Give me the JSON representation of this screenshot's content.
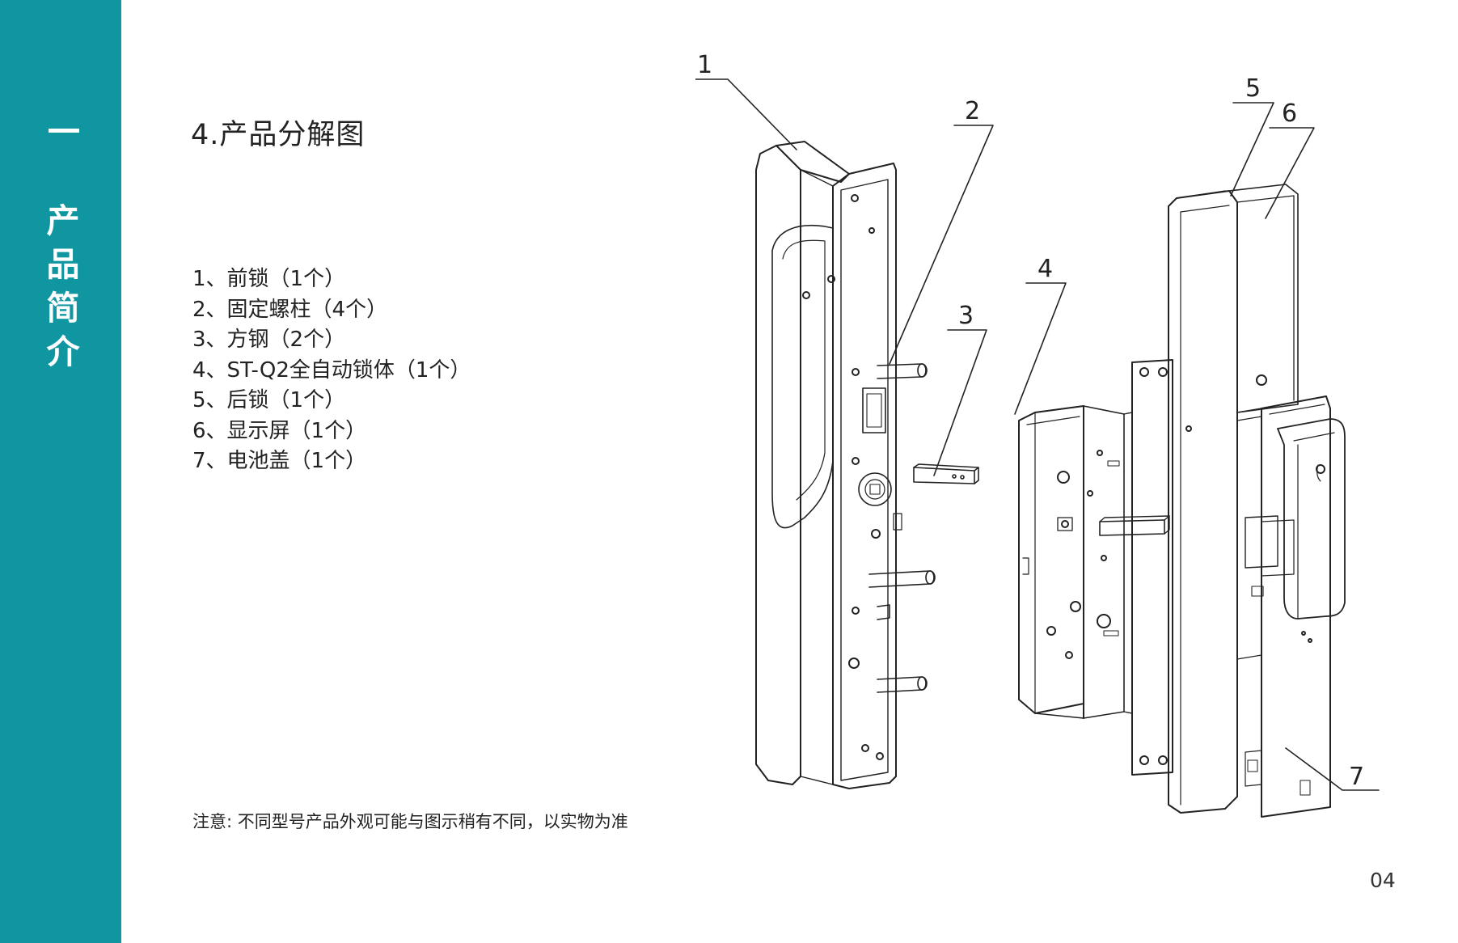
{
  "sidebar": {
    "section_number": "一",
    "section_title_chars": [
      "产",
      "品",
      "简",
      "介"
    ]
  },
  "title": "4.产品分解图",
  "parts": [
    "1、前锁（1个）",
    "2、固定螺柱（4个）",
    "3、方钢（2个）",
    "4、ST-Q2全自动锁体（1个）",
    "5、后锁（1个）",
    "6、显示屏（1个）",
    "7、电池盖（1个）"
  ],
  "diagram_labels": [
    "1",
    "2",
    "3",
    "4",
    "5",
    "6",
    "7"
  ],
  "note": "注意: 不同型号产品外观可能与图示稍有不同，以实物为准",
  "page_number": "04",
  "colors": {
    "accent": "#0f96a0",
    "text": "#222222",
    "line": "#222222"
  }
}
